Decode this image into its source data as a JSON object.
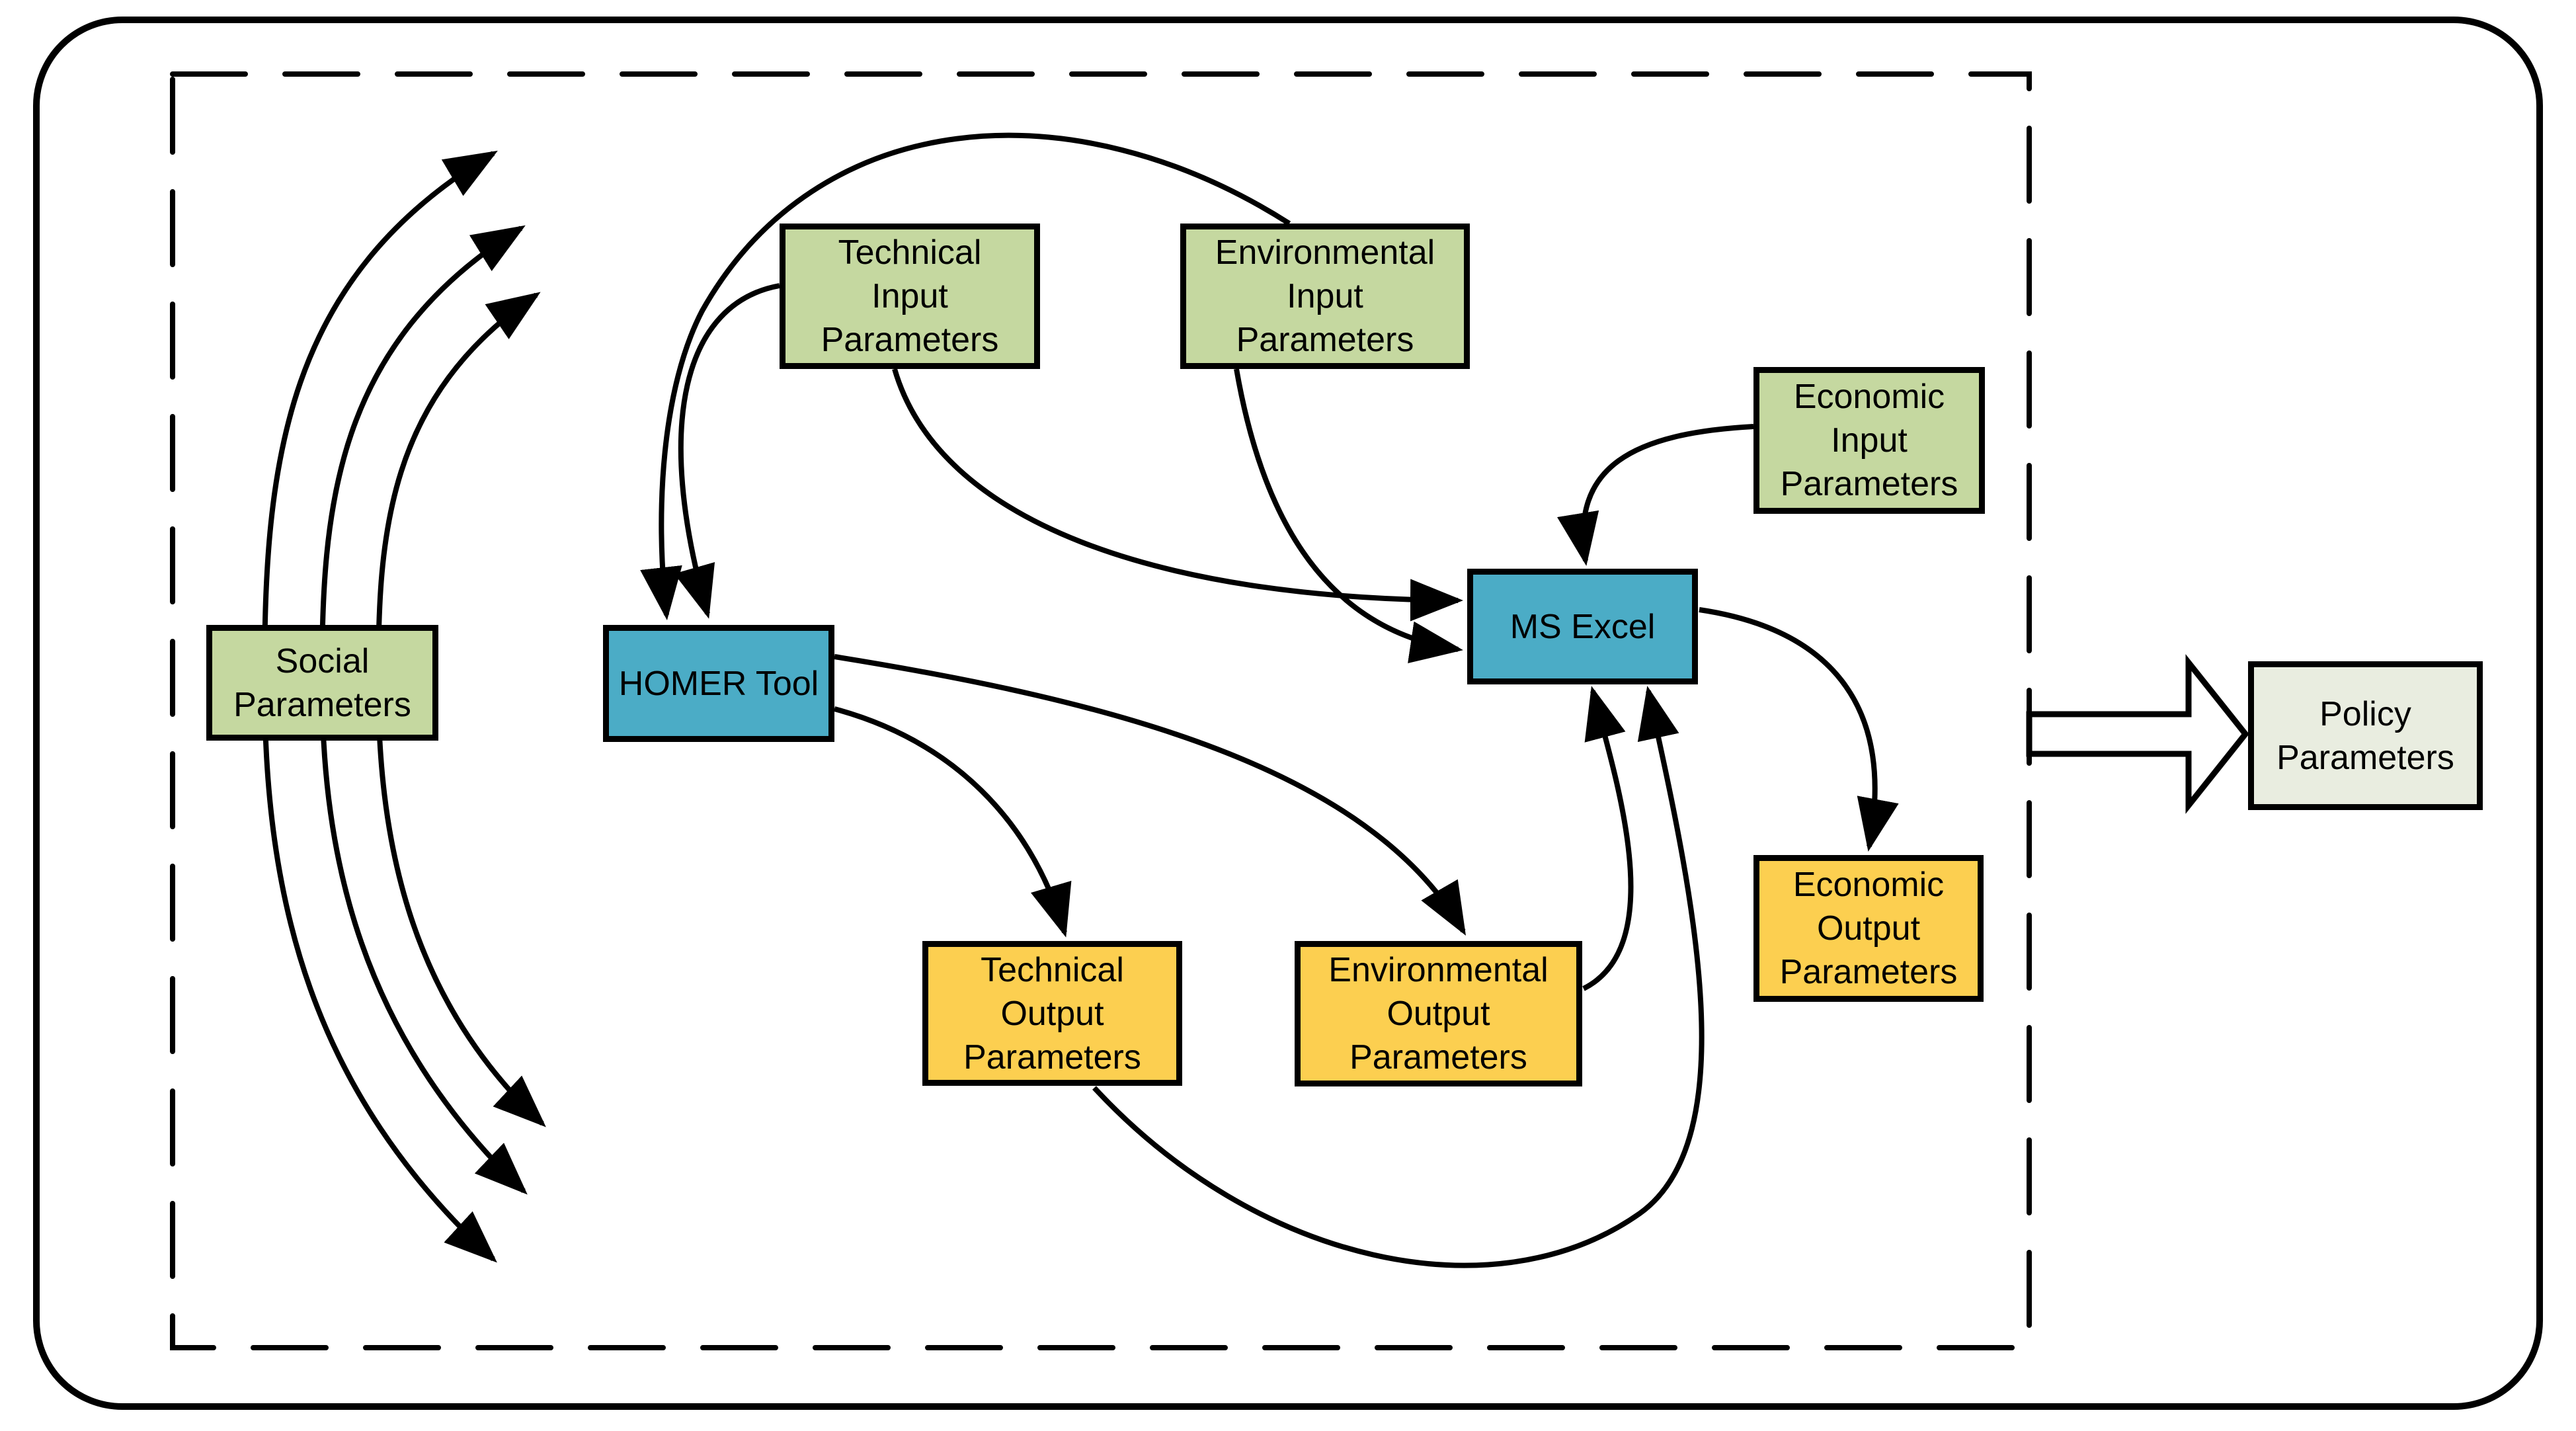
{
  "diagram": {
    "nodes": {
      "social": {
        "label": "Social\nParameters",
        "category": "input",
        "fill": "#C5D8A0"
      },
      "technical_input": {
        "label": "Technical\nInput\nParameters",
        "category": "input",
        "fill": "#C5D8A0"
      },
      "environmental_input": {
        "label": "Environmental\nInput\nParameters",
        "category": "input",
        "fill": "#C5D8A0"
      },
      "economic_input": {
        "label": "Economic\nInput\nParameters",
        "category": "input",
        "fill": "#C5D8A0"
      },
      "homer": {
        "label": "HOMER Tool",
        "category": "tool",
        "fill": "#4BACC6"
      },
      "ms_excel": {
        "label": "MS Excel",
        "category": "tool",
        "fill": "#4BACC6"
      },
      "technical_output": {
        "label": "Technical\nOutput\nParameters",
        "category": "output",
        "fill": "#FCCF50"
      },
      "environmental_output": {
        "label": "Environmental\nOutput\nParameters",
        "category": "output",
        "fill": "#FCCF50"
      },
      "economic_output": {
        "label": "Economic\nOutput\nParameters",
        "category": "output",
        "fill": "#FCCF50"
      },
      "policy": {
        "label": "Policy\nParameters",
        "category": "result",
        "fill": "#E9EDE0"
      }
    },
    "edges": [
      {
        "from": "environmental_input",
        "to": "homer",
        "style": "curved-arrow"
      },
      {
        "from": "technical_input",
        "to": "homer",
        "style": "curved-arrow"
      },
      {
        "from": "technical_input",
        "to": "ms_excel",
        "style": "curved-arrow"
      },
      {
        "from": "environmental_input",
        "to": "ms_excel",
        "style": "curved-arrow"
      },
      {
        "from": "economic_input",
        "to": "ms_excel",
        "style": "curved-arrow"
      },
      {
        "from": "homer",
        "to": "environmental_output",
        "style": "curved-arrow"
      },
      {
        "from": "homer",
        "to": "technical_output",
        "style": "curved-arrow"
      },
      {
        "from": "ms_excel",
        "to": "economic_output",
        "style": "curved-arrow"
      },
      {
        "from": "environmental_output",
        "to": "ms_excel",
        "style": "curved-arrow"
      },
      {
        "from": "technical_output",
        "to": "ms_excel",
        "style": "curved-arrow"
      },
      {
        "from": "social",
        "to": "system",
        "style": "double-headed-arc",
        "count": 3
      },
      {
        "from": "system_boundary",
        "to": "policy",
        "style": "block-arrow"
      }
    ],
    "colors": {
      "input_fill": "#C5D8A0",
      "tool_fill": "#4BACC6",
      "output_fill": "#FCCF50",
      "policy_fill": "#E9EDE0",
      "line": "#000000",
      "background": "#FFFFFF"
    }
  }
}
